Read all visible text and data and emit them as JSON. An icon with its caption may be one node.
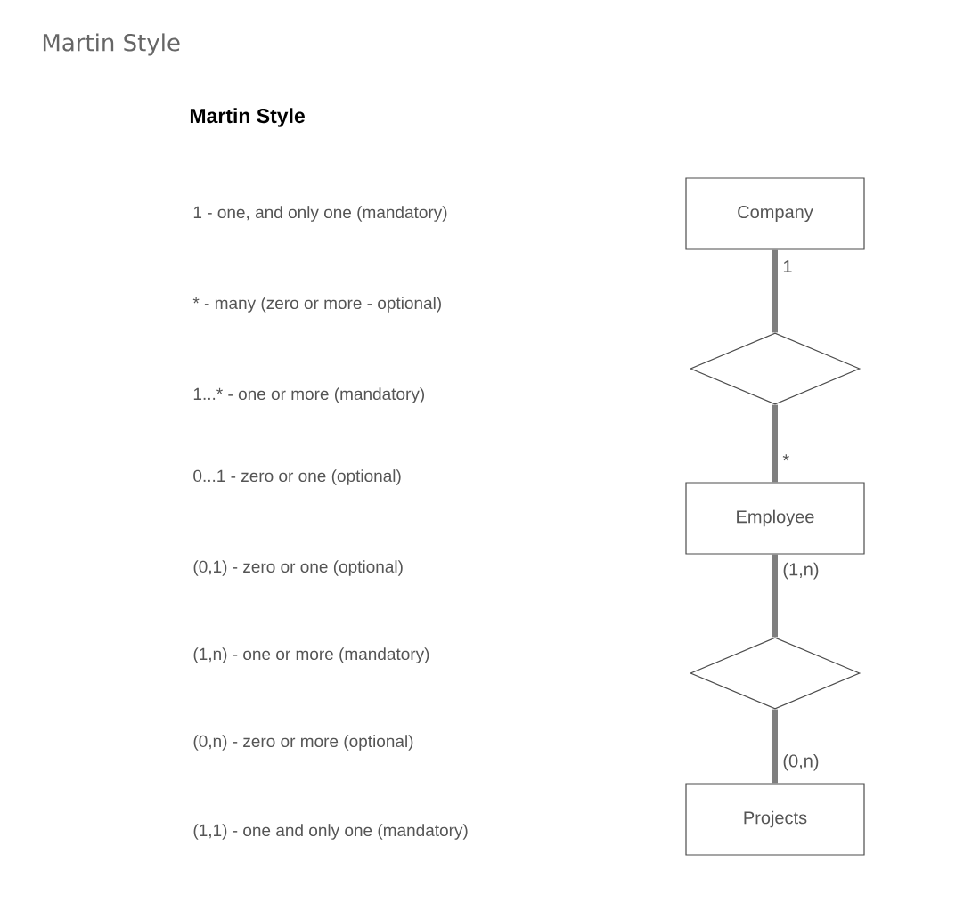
{
  "diagram": {
    "title": "Martin Style",
    "nodes": [
      {
        "text": [
          "Company"
        ]
      },
      {
        "text": [],
        "shape": "diamond"
      },
      {
        "text": [
          "Employee"
        ]
      },
      {
        "text": [],
        "shape": "diamond"
      },
      {
        "text": [
          "Projects"
        ]
      }
    ],
    "edges": [
      {
        "from": 0,
        "to": 1,
        "arrow": "none",
        "label": "1"
      },
      {
        "from": 1,
        "to": 2,
        "arrow": "none",
        "label": "*"
      },
      {
        "from": 2,
        "to": 3,
        "arrow": "none",
        "label": "(1,n)"
      },
      {
        "from": 3,
        "to": 4,
        "arrow": "none",
        "label": "(0,n)"
      }
    ],
    "labels": [
      "Martin Style",
      "1 - one, and only one (mandatory)",
      "* - many (zero or more - optional)",
      "1...* - one or more (mandatory)",
      "0...1 - zero or one (optional)",
      "(0,1) - zero or one (optional)",
      "(1,n) - one or more (mandatory)",
      "(0,n) - zero or more (optional)",
      "(1,1) - one and only one (mandatory)"
    ]
  }
}
